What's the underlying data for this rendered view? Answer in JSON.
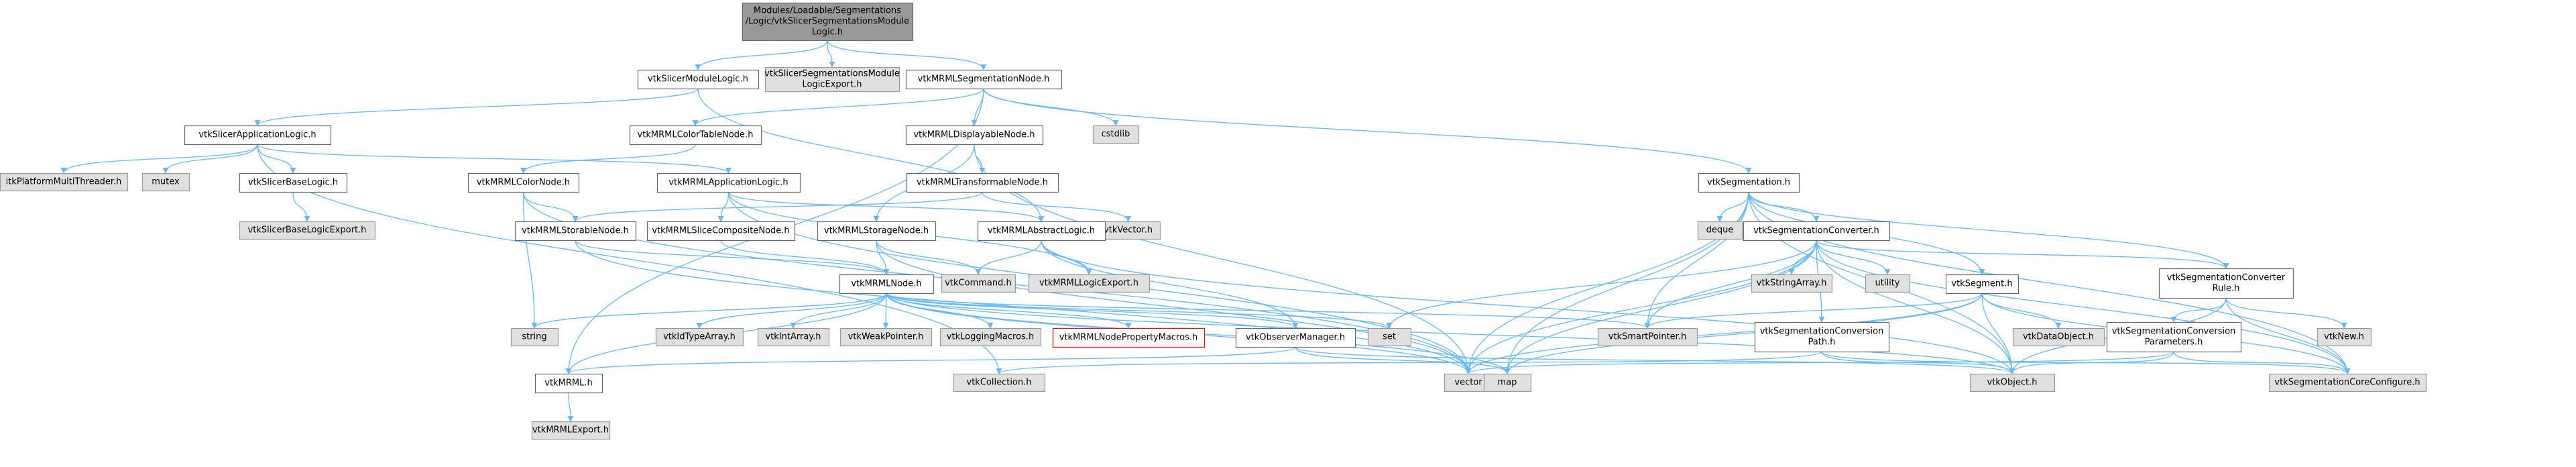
{
  "graph": {
    "nodes": [
      {
        "id": "root",
        "lines": [
          "Modules/Loadable/Segmentations",
          "/Logic/vtkSlicerSegmentationsModule",
          "Logic.h"
        ],
        "style": "root"
      },
      {
        "id": "n_slicermodulelogic",
        "lines": [
          "vtkSlicerModuleLogic.h"
        ],
        "style": "normal"
      },
      {
        "id": "n_seglogicexport",
        "lines": [
          "vtkSlicerSegmentationsModule",
          "LogicExport.h"
        ],
        "style": "gray"
      },
      {
        "id": "n_mrmlsegnode",
        "lines": [
          "vtkMRMLSegmentationNode.h"
        ],
        "style": "normal"
      },
      {
        "id": "n_cstdlib",
        "lines": [
          "cstdlib"
        ],
        "style": "gray"
      },
      {
        "id": "n_appllogic",
        "lines": [
          "vtkSlicerApplicationLogic.h"
        ],
        "style": "normal"
      },
      {
        "id": "n_colortablenode",
        "lines": [
          "vtkMRMLColorTableNode.h"
        ],
        "style": "normal"
      },
      {
        "id": "n_displayablenode",
        "lines": [
          "vtkMRMLDisplayableNode.h"
        ],
        "style": "normal"
      },
      {
        "id": "n_itkpmt",
        "lines": [
          "itkPlatformMultiThreader.h"
        ],
        "style": "gray"
      },
      {
        "id": "n_mutex",
        "lines": [
          "mutex"
        ],
        "style": "gray"
      },
      {
        "id": "n_slicerbaselogic",
        "lines": [
          "vtkSlicerBaseLogic.h"
        ],
        "style": "normal"
      },
      {
        "id": "n_mrmlapplogic",
        "lines": [
          "vtkMRMLApplicationLogic.h"
        ],
        "style": "normal"
      },
      {
        "id": "n_colornode",
        "lines": [
          "vtkMRMLColorNode.h"
        ],
        "style": "normal"
      },
      {
        "id": "n_transformablenode",
        "lines": [
          "vtkMRMLTransformableNode.h"
        ],
        "style": "normal"
      },
      {
        "id": "n_segmentation",
        "lines": [
          "vtkSegmentation.h"
        ],
        "style": "normal"
      },
      {
        "id": "n_slicerbaselogicexport",
        "lines": [
          "vtkSlicerBaseLogicExport.h"
        ],
        "style": "gray"
      },
      {
        "id": "n_vtkvector",
        "lines": [
          "vtkVector.h"
        ],
        "style": "gray"
      },
      {
        "id": "n_deque",
        "lines": [
          "deque"
        ],
        "style": "gray"
      },
      {
        "id": "n_storablenode",
        "lines": [
          "vtkMRMLStorableNode.h"
        ],
        "style": "normal"
      },
      {
        "id": "n_slicecomposite",
        "lines": [
          "vtkMRMLSliceCompositeNode.h"
        ],
        "style": "normal"
      },
      {
        "id": "n_storagenode",
        "lines": [
          "vtkMRMLStorageNode.h"
        ],
        "style": "normal"
      },
      {
        "id": "n_abstractlogic",
        "lines": [
          "vtkMRMLAbstractLogic.h"
        ],
        "style": "normal"
      },
      {
        "id": "n_segconverter",
        "lines": [
          "vtkSegmentationConverter.h"
        ],
        "style": "normal"
      },
      {
        "id": "n_mrmlnode",
        "lines": [
          "vtkMRMLNode.h"
        ],
        "style": "normal"
      },
      {
        "id": "n_vtkcommand",
        "lines": [
          "vtkCommand.h"
        ],
        "style": "gray"
      },
      {
        "id": "n_logicexport",
        "lines": [
          "vtkMRMLLogicExport.h"
        ],
        "style": "gray"
      },
      {
        "id": "n_stringarray",
        "lines": [
          "vtkStringArray.h"
        ],
        "style": "gray"
      },
      {
        "id": "n_utility",
        "lines": [
          "utility"
        ],
        "style": "gray"
      },
      {
        "id": "n_segment",
        "lines": [
          "vtkSegment.h"
        ],
        "style": "normal"
      },
      {
        "id": "n_convrule",
        "lines": [
          "vtkSegmentationConverter",
          "Rule.h"
        ],
        "style": "normal"
      },
      {
        "id": "n_string",
        "lines": [
          "string"
        ],
        "style": "gray"
      },
      {
        "id": "n_idtypearray",
        "lines": [
          "vtkIdTypeArray.h"
        ],
        "style": "gray"
      },
      {
        "id": "n_intarray",
        "lines": [
          "vtkIntArray.h"
        ],
        "style": "gray"
      },
      {
        "id": "n_weakpointer",
        "lines": [
          "vtkWeakPointer.h"
        ],
        "style": "gray"
      },
      {
        "id": "n_loggingmacros",
        "lines": [
          "vtkLoggingMacros.h"
        ],
        "style": "gray"
      },
      {
        "id": "n_nodepropmacros",
        "lines": [
          "vtkMRMLNodePropertyMacros.h"
        ],
        "style": "red"
      },
      {
        "id": "n_observermanager",
        "lines": [
          "vtkObserverManager.h"
        ],
        "style": "normal"
      },
      {
        "id": "n_set",
        "lines": [
          "set"
        ],
        "style": "gray"
      },
      {
        "id": "n_smartpointer",
        "lines": [
          "vtkSmartPointer.h"
        ],
        "style": "gray"
      },
      {
        "id": "n_convpath",
        "lines": [
          "vtkSegmentationConversion",
          "Path.h"
        ],
        "style": "normal"
      },
      {
        "id": "n_dataobject",
        "lines": [
          "vtkDataObject.h"
        ],
        "style": "gray"
      },
      {
        "id": "n_vtknew",
        "lines": [
          "vtkNew.h"
        ],
        "style": "gray"
      },
      {
        "id": "n_convparams",
        "lines": [
          "vtkSegmentationConversion",
          "Parameters.h"
        ],
        "style": "normal"
      },
      {
        "id": "n_vtkmrml",
        "lines": [
          "vtkMRML.h"
        ],
        "style": "normal"
      },
      {
        "id": "n_collection",
        "lines": [
          "vtkCollection.h"
        ],
        "style": "gray"
      },
      {
        "id": "n_vector",
        "lines": [
          "vector"
        ],
        "style": "gray"
      },
      {
        "id": "n_map",
        "lines": [
          "map"
        ],
        "style": "gray"
      },
      {
        "id": "n_vtkobject",
        "lines": [
          "vtkObject.h"
        ],
        "style": "gray"
      },
      {
        "id": "n_coreconfigure",
        "lines": [
          "vtkSegmentationCoreConfigure.h"
        ],
        "style": "gray"
      },
      {
        "id": "n_mrmlexport",
        "lines": [
          "vtkMRMLExport.h"
        ],
        "style": "gray"
      }
    ],
    "edges": [
      [
        "root",
        "n_slicermodulelogic"
      ],
      [
        "root",
        "n_seglogicexport"
      ],
      [
        "root",
        "n_mrmlsegnode"
      ],
      [
        "n_slicermodulelogic",
        "n_appllogic"
      ],
      [
        "n_slicermodulelogic",
        "n_abstractlogic"
      ],
      [
        "n_mrmlsegnode",
        "n_colortablenode"
      ],
      [
        "n_mrmlsegnode",
        "n_displayablenode"
      ],
      [
        "n_mrmlsegnode",
        "n_cstdlib"
      ],
      [
        "n_mrmlsegnode",
        "n_segmentation"
      ],
      [
        "n_mrmlsegnode",
        "n_vtkmrml"
      ],
      [
        "n_appllogic",
        "n_itkpmt"
      ],
      [
        "n_appllogic",
        "n_mutex"
      ],
      [
        "n_appllogic",
        "n_slicerbaselogic"
      ],
      [
        "n_appllogic",
        "n_mrmlapplogic"
      ],
      [
        "n_appllogic",
        "n_collection"
      ],
      [
        "n_slicerbaselogic",
        "n_slicerbaselogicexport"
      ],
      [
        "n_colortablenode",
        "n_colornode"
      ],
      [
        "n_colornode",
        "n_storablenode"
      ],
      [
        "n_colornode",
        "n_string"
      ],
      [
        "n_colornode",
        "n_vector"
      ],
      [
        "n_mrmlapplogic",
        "n_slicecomposite"
      ],
      [
        "n_mrmlapplogic",
        "n_abstractlogic"
      ],
      [
        "n_mrmlapplogic",
        "n_logicexport"
      ],
      [
        "n_mrmlapplogic",
        "n_vector"
      ],
      [
        "n_displayablenode",
        "n_transformablenode"
      ],
      [
        "n_displayablenode",
        "n_storagenode"
      ],
      [
        "n_displayablenode",
        "n_vector"
      ],
      [
        "n_transformablenode",
        "n_storablenode"
      ],
      [
        "n_transformablenode",
        "n_vtkvector"
      ],
      [
        "n_storablenode",
        "n_mrmlnode"
      ],
      [
        "n_storablenode",
        "n_vector"
      ],
      [
        "n_slicecomposite",
        "n_mrmlnode"
      ],
      [
        "n_storagenode",
        "n_mrmlnode"
      ],
      [
        "n_storagenode",
        "n_vtkcommand"
      ],
      [
        "n_storagenode",
        "n_vector"
      ],
      [
        "n_abstractlogic",
        "n_vtkcommand"
      ],
      [
        "n_abstractlogic",
        "n_logicexport"
      ],
      [
        "n_abstractlogic",
        "n_observermanager"
      ],
      [
        "n_abstractlogic",
        "n_vtkobject"
      ],
      [
        "n_mrmlnode",
        "n_string"
      ],
      [
        "n_mrmlnode",
        "n_idtypearray"
      ],
      [
        "n_mrmlnode",
        "n_intarray"
      ],
      [
        "n_mrmlnode",
        "n_weakpointer"
      ],
      [
        "n_mrmlnode",
        "n_loggingmacros"
      ],
      [
        "n_mrmlnode",
        "n_nodepropmacros"
      ],
      [
        "n_mrmlnode",
        "n_observermanager"
      ],
      [
        "n_mrmlnode",
        "n_set"
      ],
      [
        "n_mrmlnode",
        "n_smartpointer"
      ],
      [
        "n_mrmlnode",
        "n_vtkmrml"
      ],
      [
        "n_mrmlnode",
        "n_vector"
      ],
      [
        "n_mrmlnode",
        "n_map"
      ],
      [
        "n_mrmlnode",
        "n_vtkobject"
      ],
      [
        "n_observermanager",
        "n_vtkmrml"
      ],
      [
        "n_observermanager",
        "n_vtkobject"
      ],
      [
        "n_observermanager",
        "n_map"
      ],
      [
        "n_vtkmrml",
        "n_mrmlexport"
      ],
      [
        "n_segmentation",
        "n_deque"
      ],
      [
        "n_segmentation",
        "n_segconverter"
      ],
      [
        "n_segmentation",
        "n_segment"
      ],
      [
        "n_segmentation",
        "n_convrule"
      ],
      [
        "n_segmentation",
        "n_smartpointer"
      ],
      [
        "n_segmentation",
        "n_vector"
      ],
      [
        "n_segmentation",
        "n_map"
      ],
      [
        "n_segmentation",
        "n_vtkobject"
      ],
      [
        "n_segmentation",
        "n_coreconfigure"
      ],
      [
        "n_segconverter",
        "n_stringarray"
      ],
      [
        "n_segconverter",
        "n_utility"
      ],
      [
        "n_segconverter",
        "n_convrule"
      ],
      [
        "n_segconverter",
        "n_convpath"
      ],
      [
        "n_segconverter",
        "n_set"
      ],
      [
        "n_segconverter",
        "n_smartpointer"
      ],
      [
        "n_segconverter",
        "n_vector"
      ],
      [
        "n_segconverter",
        "n_map"
      ],
      [
        "n_segconverter",
        "n_vtkobject"
      ],
      [
        "n_segconverter",
        "n_coreconfigure"
      ],
      [
        "n_segment",
        "n_dataobject"
      ],
      [
        "n_segment",
        "n_smartpointer"
      ],
      [
        "n_segment",
        "n_vector"
      ],
      [
        "n_segment",
        "n_map"
      ],
      [
        "n_segment",
        "n_vtkobject"
      ],
      [
        "n_segment",
        "n_coreconfigure"
      ],
      [
        "n_convrule",
        "n_vtknew"
      ],
      [
        "n_convrule",
        "n_convparams"
      ],
      [
        "n_convrule",
        "n_vtkobject"
      ],
      [
        "n_convrule",
        "n_coreconfigure"
      ],
      [
        "n_convpath",
        "n_collection"
      ],
      [
        "n_convpath",
        "n_vtkobject"
      ],
      [
        "n_convpath",
        "n_coreconfigure"
      ],
      [
        "n_convparams",
        "n_vector"
      ],
      [
        "n_convparams",
        "n_vtkobject"
      ],
      [
        "n_convparams",
        "n_coreconfigure"
      ]
    ]
  },
  "colors": {
    "edge": "#63b8ff",
    "normal_fill": "#ffffff",
    "normal_border": "#666666",
    "gray_fill": "#e0e0e0",
    "gray_border": "#999999",
    "root_fill": "#999999",
    "root_border": "#666666",
    "red_fill": "#ffffff",
    "red_border": "#ff0000",
    "text": "#000000"
  }
}
